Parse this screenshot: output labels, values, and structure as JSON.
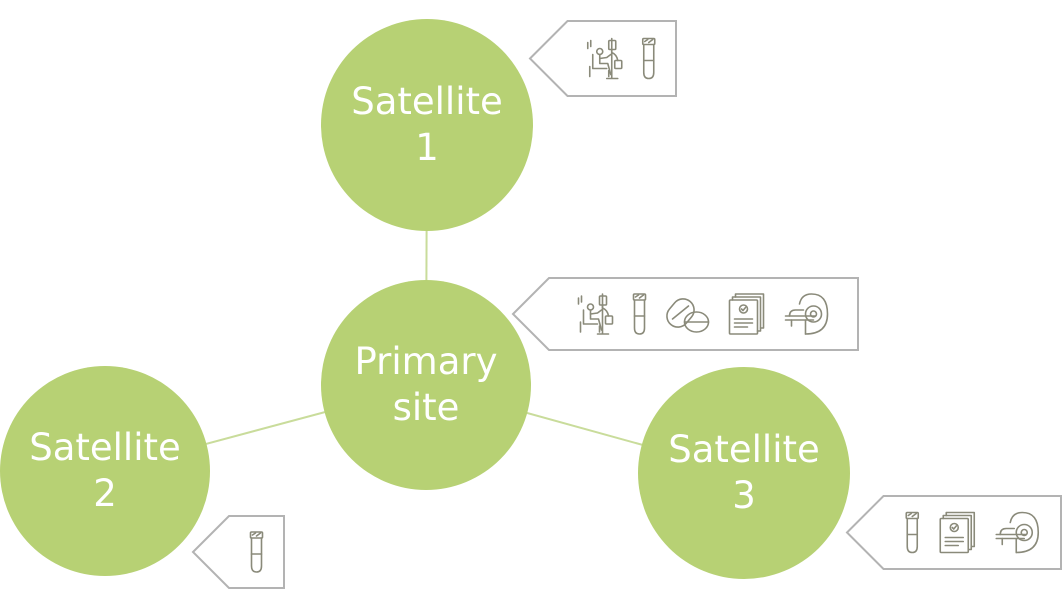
{
  "colors": {
    "node_fill": "#b7d174",
    "connector": "#c9dc9b",
    "tag_border": "#b3b3b3",
    "icon_stroke": "#8a8a7a"
  },
  "nodes": {
    "satellite1": {
      "line1": "Satellite",
      "line2": "1"
    },
    "primary": {
      "line1": "Primary",
      "line2": "site"
    },
    "satellite2": {
      "line1": "Satellite",
      "line2": "2"
    },
    "satellite3": {
      "line1": "Satellite",
      "line2": "3"
    }
  },
  "tags": {
    "satellite1": [
      "infusion-chair-icon",
      "test-tube-icon"
    ],
    "primary": [
      "infusion-chair-icon",
      "test-tube-icon",
      "pills-icon",
      "document-stack-icon",
      "mri-scanner-icon"
    ],
    "satellite2": [
      "test-tube-icon"
    ],
    "satellite3": [
      "test-tube-icon",
      "document-stack-icon",
      "mri-scanner-icon"
    ]
  }
}
